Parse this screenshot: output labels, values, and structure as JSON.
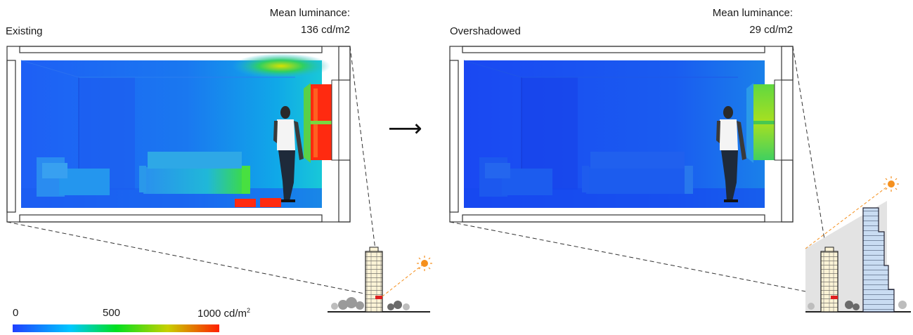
{
  "panels": [
    {
      "title": "Existing",
      "mean_label": "Mean luminance:",
      "mean_value": "136 cd/m2"
    },
    {
      "title": "Overshadowed",
      "mean_label": "Mean luminance:",
      "mean_value": "29 cd/m2"
    }
  ],
  "colorbar": {
    "min_label": "0",
    "mid_label": "500",
    "max_label": "1000 cd/m",
    "max_unit_sup": "2",
    "colors": [
      "#2040ff",
      "#00c8ff",
      "#00e020",
      "#c8e000",
      "#ff2000"
    ]
  },
  "arrow": "⟶",
  "colors": {
    "blue_room": "#1a6cf0",
    "window_red": "#ff2a10",
    "window_green": "#7be02a",
    "sun": "#f5901e",
    "sky_shade": "#e0e0e0",
    "tower_blue": "#cfe0f4"
  }
}
